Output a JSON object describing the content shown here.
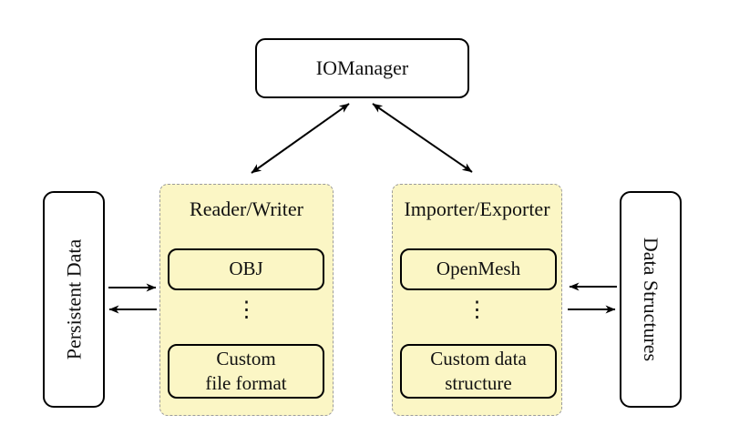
{
  "diagram": {
    "description": "IOManager architecture diagram",
    "dots_glyph": "⋮"
  },
  "nodes": {
    "iomanager": {
      "label": "IOManager"
    },
    "persistent_data": {
      "label": "Persistent Data"
    },
    "data_structures": {
      "label": "Data Structures"
    }
  },
  "groups": {
    "reader_writer": {
      "title": "Reader/Writer",
      "items": [
        "OBJ",
        "⋮",
        "Custom\nfile format"
      ]
    },
    "importer_exporter": {
      "title": "Importer/Exporter",
      "items": [
        "OpenMesh",
        "⋮",
        "Custom data\nstructure"
      ]
    }
  },
  "connections": [
    {
      "from": "iomanager",
      "to": "reader_writer",
      "direction": "bidirectional"
    },
    {
      "from": "iomanager",
      "to": "importer_exporter",
      "direction": "bidirectional"
    },
    {
      "from": "persistent_data",
      "to": "reader_writer",
      "direction": "forward"
    },
    {
      "from": "reader_writer",
      "to": "persistent_data",
      "direction": "forward"
    },
    {
      "from": "data_structures",
      "to": "importer_exporter",
      "direction": "forward"
    },
    {
      "from": "importer_exporter",
      "to": "data_structures",
      "direction": "forward"
    }
  ],
  "colors": {
    "group_fill": "#FBF6C5",
    "group_border": "#9B9B9B",
    "box_border": "#000000",
    "background": "#FFFFFF",
    "arrow": "#000000"
  }
}
